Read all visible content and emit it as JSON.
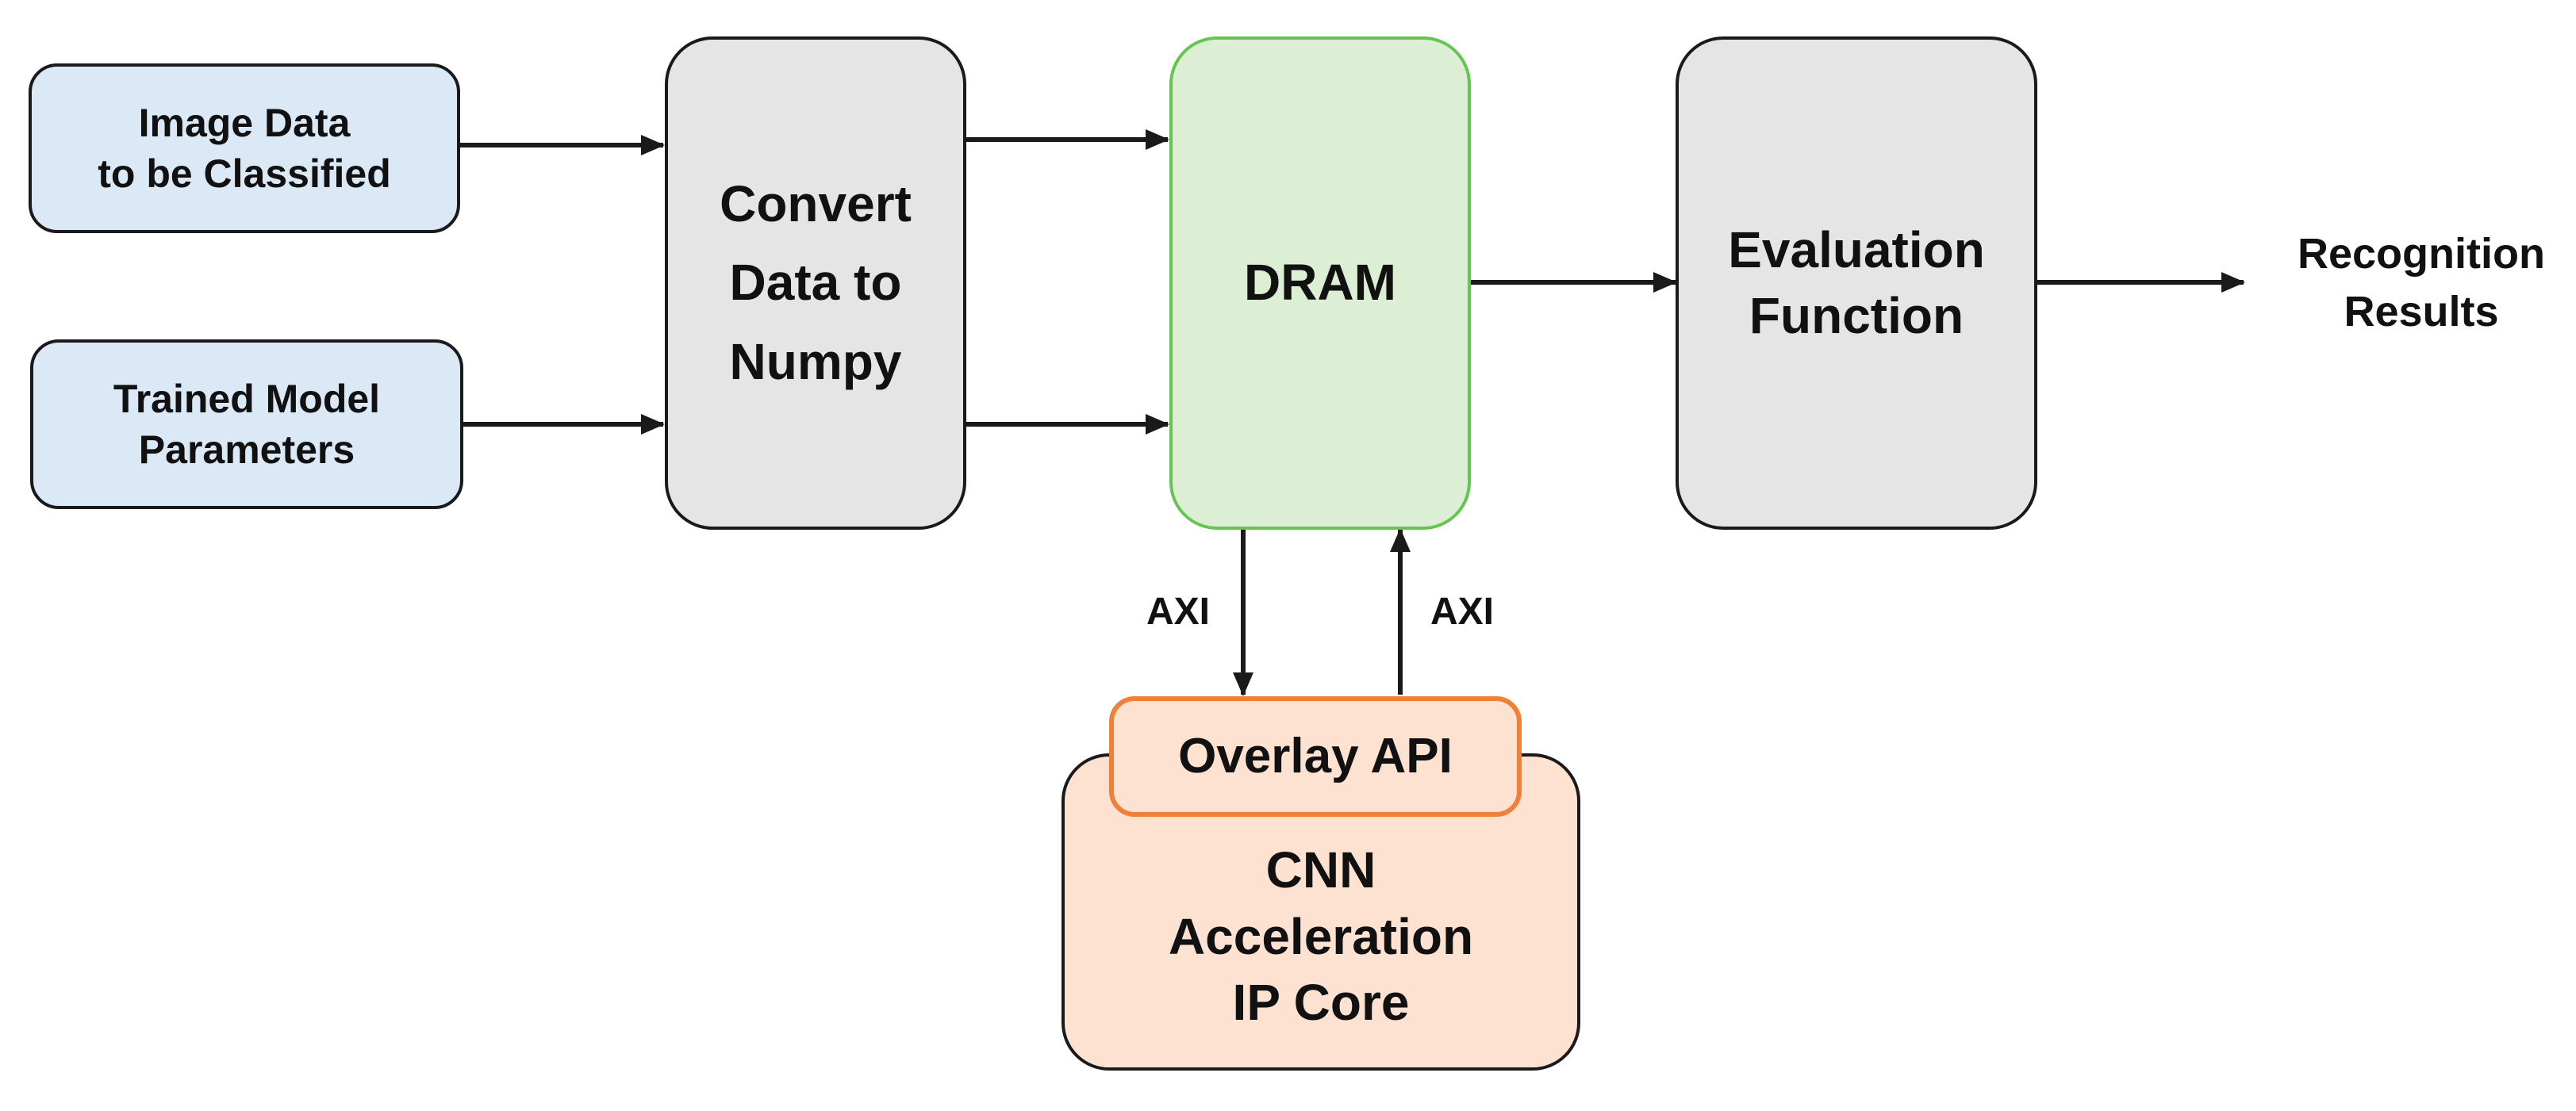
{
  "diagram": {
    "inputs": {
      "image_data": "Image Data\nto be Classified",
      "model_params": "Trained Model\nParameters"
    },
    "convert": "Convert\nData to\nNumpy",
    "dram": "DRAM",
    "evaluation": "Evaluation\nFunction",
    "output": "Recognition\nResults",
    "overlay_api": "Overlay API",
    "ip_core": "CNN\nAcceleration\nIP Core",
    "bus_down": "AXI",
    "bus_up": "AXI",
    "colors": {
      "input_fill": "#dbe8f6",
      "process_fill": "#e6e5e6",
      "dram_fill": "#dcefd5",
      "dram_border": "#66c552",
      "core_fill": "#fde2d2",
      "overlay_border": "#f07f37",
      "line": "#1a1a1a"
    }
  }
}
